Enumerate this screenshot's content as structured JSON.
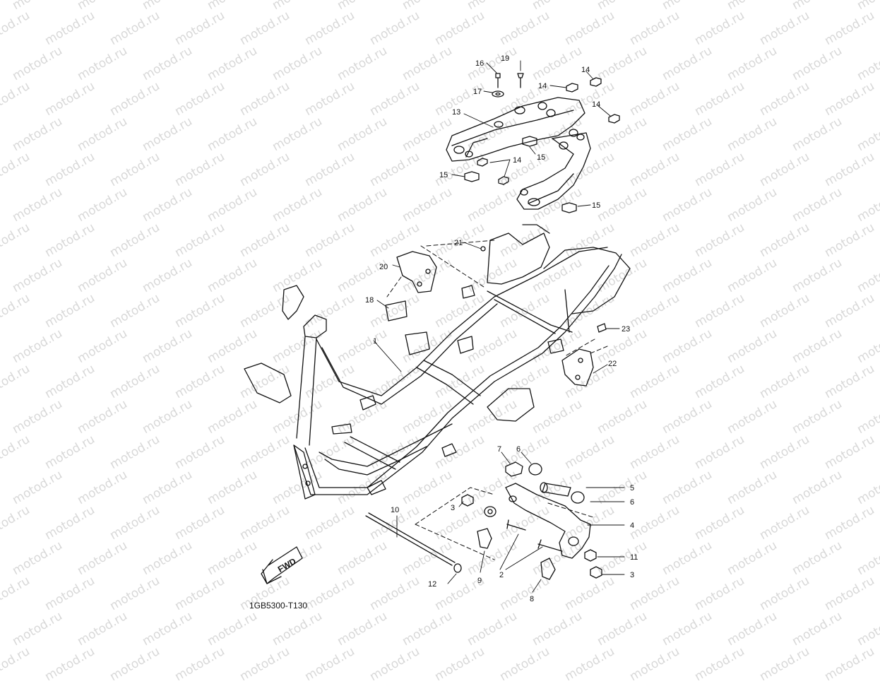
{
  "watermark": "motod.ru",
  "diagram_code": "1GB5300-T130",
  "fwd_label": "FWD",
  "callouts": {
    "c1": "1",
    "c2": "2",
    "c3a": "3",
    "c3b": "3",
    "c4": "4",
    "c5": "5",
    "c6a": "6",
    "c6b": "6",
    "c7": "7",
    "c8": "8",
    "c9": "9",
    "c10": "10",
    "c11": "11",
    "c12": "12",
    "c13": "13",
    "c14a": "14",
    "c14b": "14",
    "c14c": "14",
    "c14d": "14",
    "c15a": "15",
    "c15b": "15",
    "c15c": "15",
    "c16": "16",
    "c17": "17",
    "c18": "18",
    "c19": "19",
    "c20": "20",
    "c21": "21",
    "c22": "22",
    "c23": "23"
  }
}
